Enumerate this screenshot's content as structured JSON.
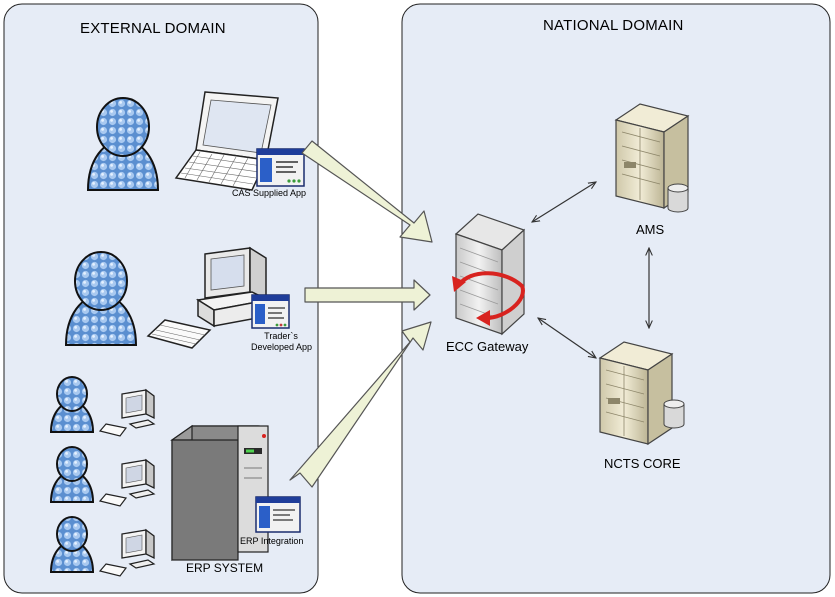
{
  "domains": {
    "external": {
      "title": "EXTERNAL DOMAIN"
    },
    "national": {
      "title": "NATIONAL DOMAIN"
    }
  },
  "external_apps": {
    "cas": {
      "label": "CAS Supplied App"
    },
    "trader": {
      "label_line1": "Trader`s",
      "label_line2": "Developed App"
    },
    "erp_integration": {
      "label": "ERP Integration"
    },
    "erp_system": {
      "label": "ERP SYSTEM"
    }
  },
  "national_nodes": {
    "ecc": {
      "label": "ECC Gateway"
    },
    "ams": {
      "label": "AMS"
    },
    "ncts": {
      "label": "NCTS CORE"
    }
  },
  "colors": {
    "domain_fill": "#e6ecf6",
    "person_blue": "#6f9fd8",
    "arrow_fill": "#eef2d6",
    "erp_red": "#d8231f",
    "server_beige": "#e9e2c6"
  }
}
